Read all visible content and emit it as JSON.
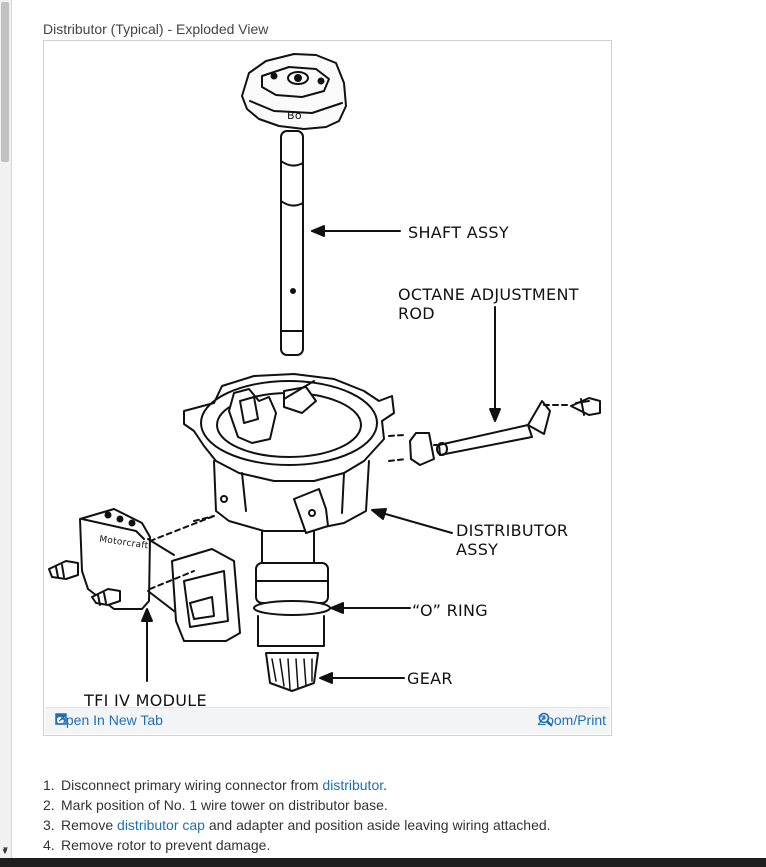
{
  "caption": "Distributor (Typical) - Exploded View",
  "figure": {
    "labels": {
      "shaft": "SHAFT ASSY",
      "octane_line1": "OCTANE ADJUSTMENT",
      "octane_line2": "ROD",
      "distributor_line1": "DISTRIBUTOR",
      "distributor_line2": "ASSY",
      "o_ring": "“O” RING",
      "gear": "GEAR",
      "tfi": "TFI IV MODULE",
      "shaft_stamp": "Bo",
      "module_stamp": "Motorcraft"
    }
  },
  "toolbar": {
    "open_tab": "Open In New Tab",
    "zoom_print": "Zoom/Print"
  },
  "steps": [
    {
      "num": "1.",
      "before": "Disconnect primary wiring connector from ",
      "link": "distributor",
      "after": "."
    },
    {
      "num": "2.",
      "before": "Mark position of No. 1 wire tower on distributor base.",
      "link": "",
      "after": ""
    },
    {
      "num": "3.",
      "before": "Remove ",
      "link": "distributor cap",
      "after": " and adapter and position aside leaving wiring attached."
    },
    {
      "num": "4.",
      "before": "Remove rotor to prevent damage.",
      "link": "",
      "after": ""
    }
  ]
}
